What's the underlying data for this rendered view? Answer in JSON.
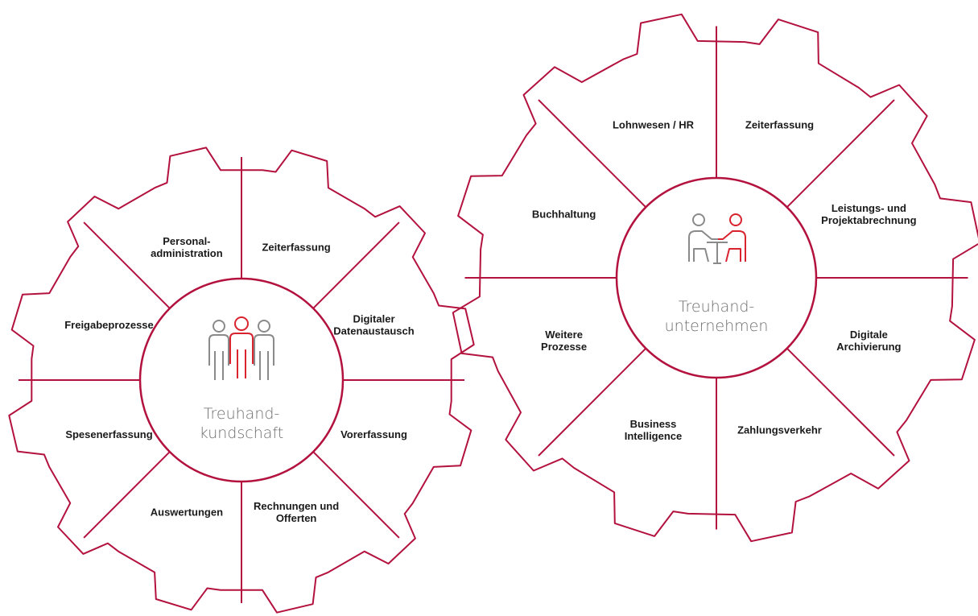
{
  "colors": {
    "outline": "#b3123e",
    "icon_gray": "#8a8a8a",
    "icon_red": "#d9232e",
    "text": "#1a1a1a",
    "hub_text": "#6e6e6e"
  },
  "gears": [
    {
      "id": "kundschaft",
      "icon": "people-group-icon",
      "hub_lines": [
        "Treuhand-",
        "kundschaft"
      ],
      "segments": [
        [
          "Zeiterfassung"
        ],
        [
          "Digitaler",
          "Datenaustausch"
        ],
        [
          "Vorerfassung"
        ],
        [
          "Rechnungen und",
          "Offerten"
        ],
        [
          "Auswertungen"
        ],
        [
          "Spesenerfassung"
        ],
        [
          "Freigabeprozesse"
        ],
        [
          "Personal-",
          "administration"
        ]
      ]
    },
    {
      "id": "unternehmen",
      "icon": "meeting-table-icon",
      "hub_lines": [
        "Treuhand-",
        "unternehmen"
      ],
      "segments": [
        [
          "Zeiterfassung"
        ],
        [
          "Leistungs- und",
          "Projektabrechnung"
        ],
        [
          "Digitale",
          "Archivierung"
        ],
        [
          "Zahlungsverkehr"
        ],
        [
          "Business",
          "Intelligence"
        ],
        [
          "Weitere",
          "Prozesse"
        ],
        [
          "Buchhaltung"
        ],
        [
          "Lohnwesen / HR"
        ]
      ]
    }
  ]
}
